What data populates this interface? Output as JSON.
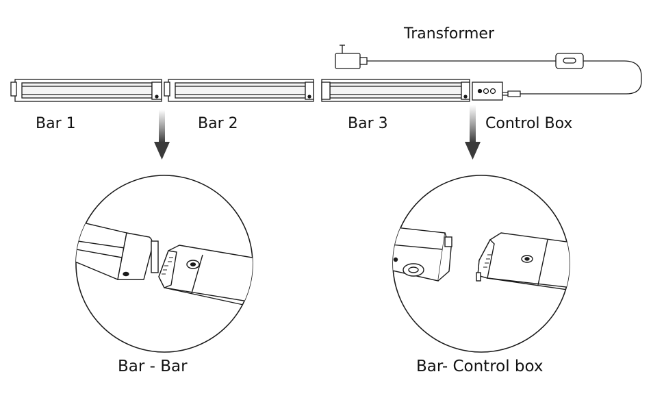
{
  "labels": {
    "transformer": "Transformer",
    "bar1": "Bar 1",
    "bar2": "Bar 2",
    "bar3": "Bar 3",
    "control_box": "Control Box"
  },
  "captions": {
    "bar_bar": "Bar - Bar",
    "bar_control": "Bar- Control box"
  },
  "colors": {
    "stroke": "#1a1a1a",
    "bar_inner": "#f4f4f4",
    "arrow_dark": "#3a3a3a"
  }
}
